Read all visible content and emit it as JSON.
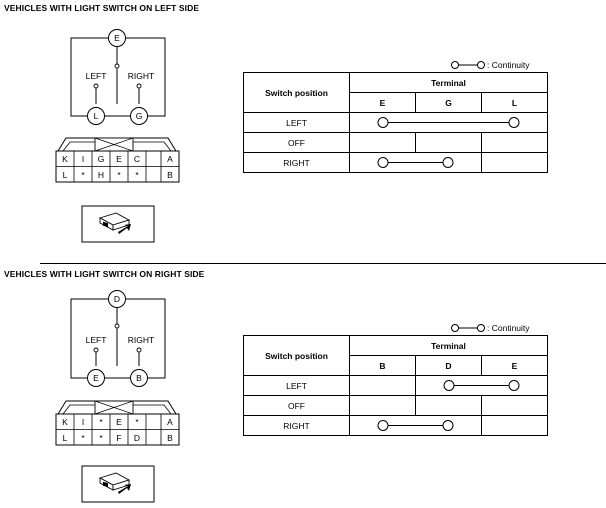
{
  "sections": [
    {
      "heading": "VEHICLES WITH LIGHT SWITCH ON LEFT SIDE",
      "schematic": {
        "common": "E",
        "left_terminal": "L",
        "right_terminal": "G",
        "left_label": "LEFT",
        "right_label": "RIGHT"
      },
      "connector": {
        "top_row": [
          "K",
          "I",
          "G",
          "E",
          "C",
          "A"
        ],
        "bottom_row": [
          "L",
          "*",
          "H",
          "*",
          "*",
          "B"
        ]
      },
      "legend": ": Continuity",
      "table": {
        "switch_header": "Switch position",
        "terminal_header": "Terminal",
        "terminals": [
          "E",
          "G",
          "L"
        ],
        "rows": [
          {
            "position": "LEFT",
            "continuity": [
              "E",
              "L"
            ]
          },
          {
            "position": "OFF",
            "continuity": []
          },
          {
            "position": "RIGHT",
            "continuity": [
              "E",
              "G"
            ]
          }
        ]
      }
    },
    {
      "heading": "VEHICLES WITH LIGHT SWITCH ON RIGHT SIDE",
      "schematic": {
        "common": "D",
        "left_terminal": "E",
        "right_terminal": "B",
        "left_label": "LEFT",
        "right_label": "RIGHT"
      },
      "connector": {
        "top_row": [
          "K",
          "I",
          "*",
          "E",
          "*",
          "A"
        ],
        "bottom_row": [
          "L",
          "*",
          "*",
          "F",
          "D",
          "B"
        ]
      },
      "legend": ": Continuity",
      "table": {
        "switch_header": "Switch position",
        "terminal_header": "Terminal",
        "terminals": [
          "B",
          "D",
          "E"
        ],
        "rows": [
          {
            "position": "LEFT",
            "continuity": [
              "D",
              "E"
            ]
          },
          {
            "position": "OFF",
            "continuity": []
          },
          {
            "position": "RIGHT",
            "continuity": [
              "B",
              "D"
            ]
          }
        ]
      }
    }
  ]
}
